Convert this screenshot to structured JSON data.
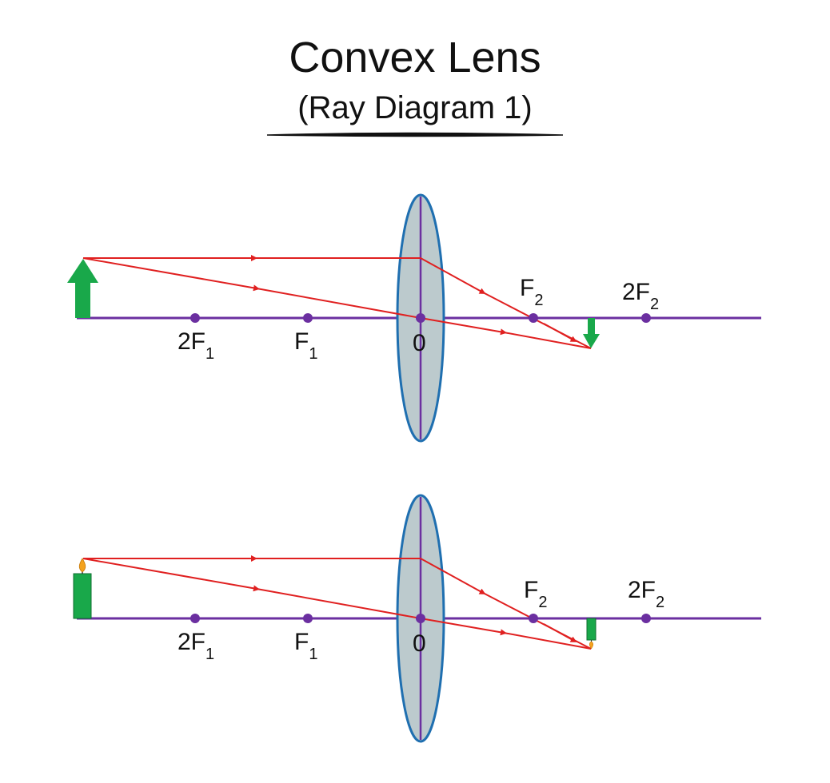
{
  "header": {
    "title": "Convex Lens",
    "subtitle": "(Ray Diagram 1)"
  },
  "colors": {
    "axis": "#6b2fa0",
    "ray": "#e02020",
    "lens_fill": "#bccacd",
    "lens_stroke": "#1f6fb0",
    "object": "#19a84a",
    "flame": "#f4a21e",
    "text": "#111111"
  },
  "diagrams": [
    {
      "object_kind": "arrow",
      "labels": {
        "two_f1": {
          "main": "2F",
          "sub": "1"
        },
        "f1": {
          "main": "F",
          "sub": "1"
        },
        "optical_center": "0",
        "f2": {
          "main": "F",
          "sub": "2"
        },
        "two_f2": {
          "main": "2F",
          "sub": "2"
        }
      }
    },
    {
      "object_kind": "candle",
      "labels": {
        "two_f1": {
          "main": "2F",
          "sub": "1"
        },
        "f1": {
          "main": "F",
          "sub": "1"
        },
        "optical_center": "0",
        "f2": {
          "main": "F",
          "sub": "2"
        },
        "two_f2": {
          "main": "2F",
          "sub": "2"
        }
      }
    }
  ]
}
